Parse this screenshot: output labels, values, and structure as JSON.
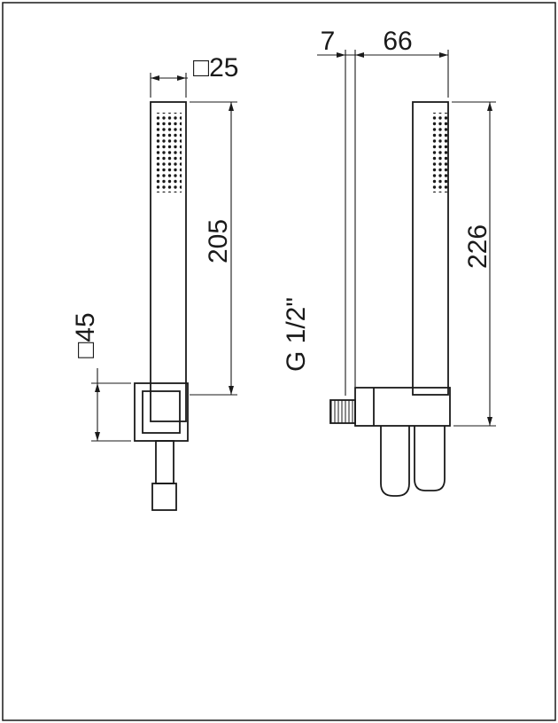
{
  "drawing": {
    "type": "technical-dimension-drawing",
    "subject": "handshower-with-wall-bracket",
    "front_view": {
      "width_label": "□25",
      "length_label": "205",
      "bracket_label": "□45"
    },
    "side_view": {
      "offset_label": "7",
      "depth_label": "66",
      "height_label": "226",
      "thread_label": "G 1/2\""
    },
    "colors": {
      "line": "#1a1a1a",
      "background": "#ffffff"
    }
  }
}
